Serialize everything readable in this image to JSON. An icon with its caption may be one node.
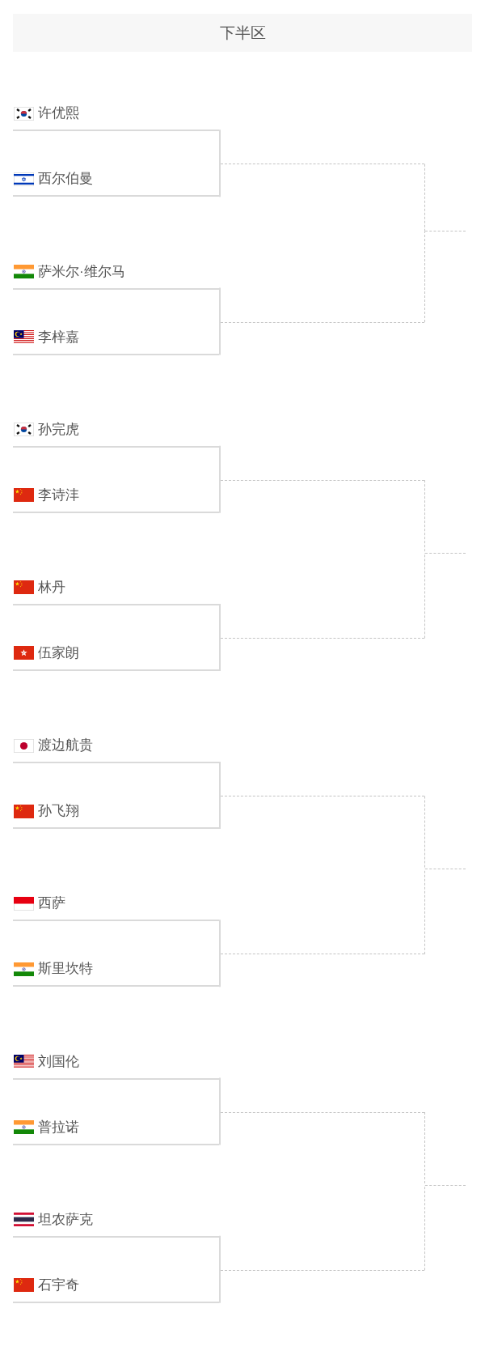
{
  "diagram": {
    "title": "下半区",
    "nodes": [
      {
        "text": [
          "许优熙"
        ]
      },
      {
        "text": [
          "西尔伯曼"
        ]
      },
      {
        "text": [
          "萨米尔·维尔马"
        ]
      },
      {
        "text": [
          "李梓嘉"
        ]
      },
      {
        "text": [
          "孙完虎"
        ]
      },
      {
        "text": [
          "李诗沣"
        ]
      },
      {
        "text": [
          "林丹"
        ]
      },
      {
        "text": [
          "伍家朗"
        ]
      },
      {
        "text": [
          "渡边航贵"
        ]
      },
      {
        "text": [
          "孙飞翔"
        ]
      },
      {
        "text": [
          "西萨"
        ]
      },
      {
        "text": [
          "斯里坎特"
        ]
      },
      {
        "text": [
          "刘国伦"
        ]
      },
      {
        "text": [
          "普拉诺"
        ]
      },
      {
        "text": [
          "坦农萨克"
        ]
      },
      {
        "text": [
          "石宇奇"
        ]
      },
      {
        "text": [],
        "shape": "line"
      },
      {
        "text": [],
        "shape": "line"
      },
      {
        "text": [],
        "shape": "line"
      },
      {
        "text": [],
        "shape": "line"
      },
      {
        "text": [],
        "shape": "line"
      },
      {
        "text": [],
        "shape": "line"
      },
      {
        "text": [],
        "shape": "line"
      },
      {
        "text": [],
        "shape": "line"
      },
      {
        "text": [],
        "shape": "line"
      },
      {
        "text": [],
        "shape": "line"
      },
      {
        "text": [],
        "shape": "line"
      },
      {
        "text": [],
        "shape": "line"
      }
    ],
    "edges": [
      {
        "from": 0,
        "to": 16,
        "arrow": "none"
      },
      {
        "from": 1,
        "to": 16,
        "arrow": "none"
      },
      {
        "from": 2,
        "to": 17,
        "arrow": "none"
      },
      {
        "from": 3,
        "to": 17,
        "arrow": "none"
      },
      {
        "from": 4,
        "to": 18,
        "arrow": "none"
      },
      {
        "from": 5,
        "to": 18,
        "arrow": "none"
      },
      {
        "from": 6,
        "to": 19,
        "arrow": "none"
      },
      {
        "from": 7,
        "to": 19,
        "arrow": "none"
      },
      {
        "from": 8,
        "to": 20,
        "arrow": "none"
      },
      {
        "from": 9,
        "to": 20,
        "arrow": "none"
      },
      {
        "from": 10,
        "to": 21,
        "arrow": "none"
      },
      {
        "from": 11,
        "to": 21,
        "arrow": "none"
      },
      {
        "from": 12,
        "to": 22,
        "arrow": "none"
      },
      {
        "from": 13,
        "to": 22,
        "arrow": "none"
      },
      {
        "from": 14,
        "to": 23,
        "arrow": "none"
      },
      {
        "from": 15,
        "to": 23,
        "arrow": "none"
      },
      {
        "from": 16,
        "to": 24,
        "arrow": "none",
        "style": "dashed"
      },
      {
        "from": 17,
        "to": 24,
        "arrow": "none",
        "style": "dashed"
      },
      {
        "from": 18,
        "to": 25,
        "arrow": "none",
        "style": "dashed"
      },
      {
        "from": 19,
        "to": 25,
        "arrow": "none",
        "style": "dashed"
      },
      {
        "from": 20,
        "to": 26,
        "arrow": "none",
        "style": "dashed"
      },
      {
        "from": 21,
        "to": 26,
        "arrow": "none",
        "style": "dashed"
      },
      {
        "from": 22,
        "to": 27,
        "arrow": "none",
        "style": "dashed"
      },
      {
        "from": 23,
        "to": 27,
        "arrow": "none",
        "style": "dashed"
      }
    ]
  }
}
